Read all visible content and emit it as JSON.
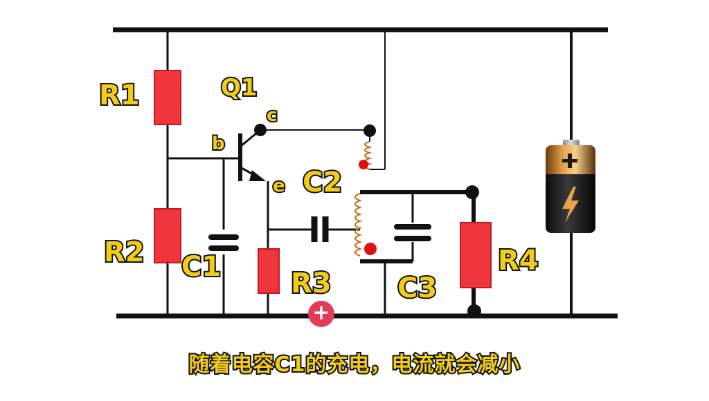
{
  "labels": {
    "r1": "R1",
    "r2": "R2",
    "r3": "R3",
    "r4": "R4",
    "c1": "C1",
    "c2": "C2",
    "c3": "C3",
    "q1": "Q1",
    "collector": "c",
    "base": "b",
    "emitter": "e"
  },
  "subtitle": "随着电容C1的充电，电流就会减小",
  "add_button": "+",
  "icons": {
    "battery": "battery-icon",
    "add": "plus-icon"
  },
  "colors": {
    "resistor": "#f0353d",
    "label_fill": "#f2cc16",
    "wire": "#111111",
    "dot": "#e01010",
    "add_button": "#e23a57"
  }
}
